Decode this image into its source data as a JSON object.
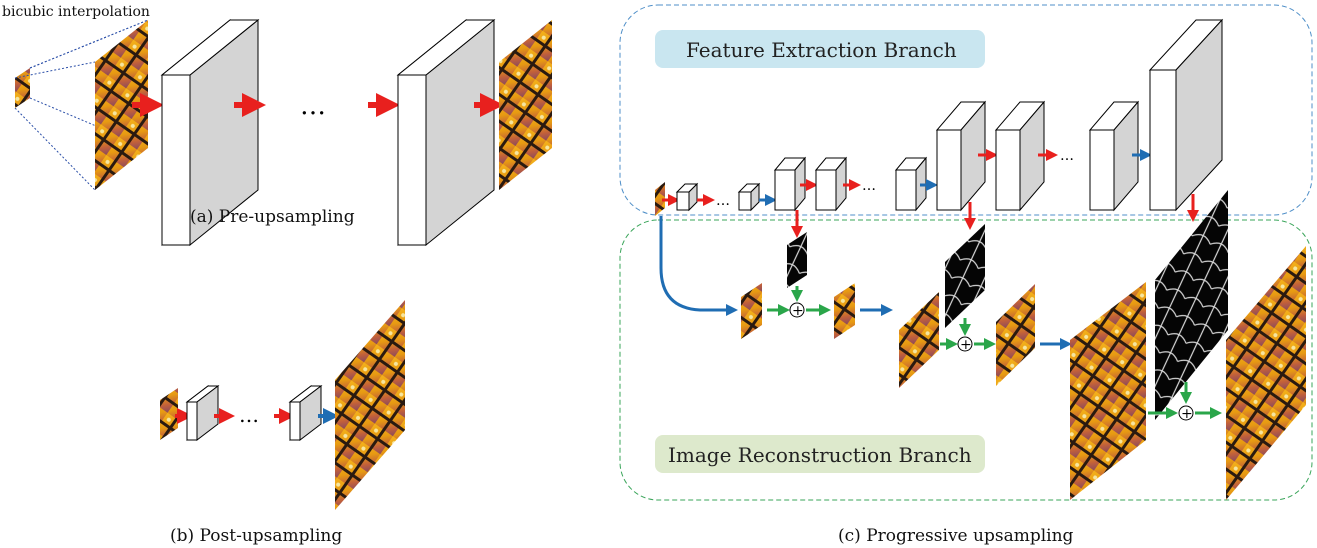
{
  "labels": {
    "bicubic": "bicubic interpolation",
    "pre": "(a) Pre-upsampling",
    "post": "(b) Post-upsampling",
    "progressive": "(c) Progressive upsampling",
    "feature_branch": "Feature Extraction Branch",
    "recon_branch": "Image Reconstruction Branch",
    "ellipsis": "…",
    "plus": "+"
  },
  "colors": {
    "red_arrow": "#e8201e",
    "blue_arrow": "#1f6db3",
    "green_arrow": "#2aa64a",
    "feature_box": "#c9e6f0",
    "recon_box": "#dde9cc",
    "feature_border": "#4f8fc8",
    "recon_border": "#3aa55a"
  }
}
